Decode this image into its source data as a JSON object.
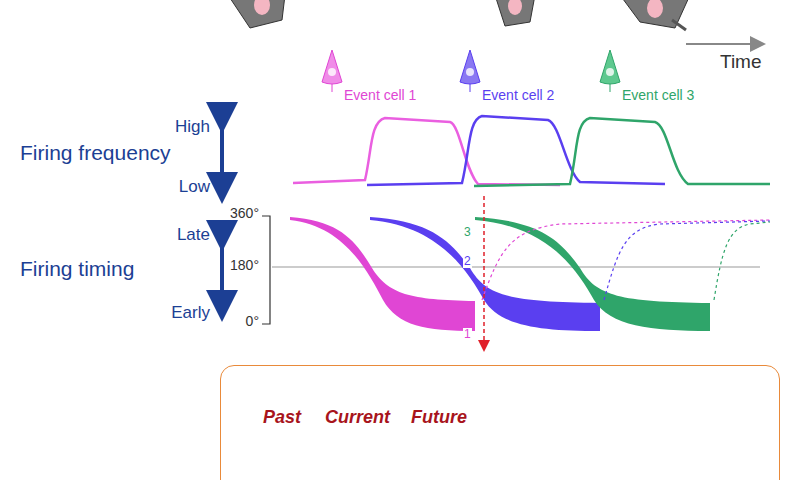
{
  "diagram": {
    "nodes": [
      {
        "text": [
          "Event cell 1"
        ]
      },
      {
        "text": [
          "Event cell 2"
        ]
      },
      {
        "text": [
          "Event cell 3"
        ]
      },
      {
        "text": [
          "Past",
          "Current",
          "Future"
        ]
      }
    ],
    "labels": [
      "Time",
      "High",
      "Firing frequency",
      "Low",
      "360°",
      "Late",
      "180°",
      "Firing timing",
      "Early",
      "0°",
      "3",
      "2",
      "1"
    ]
  }
}
